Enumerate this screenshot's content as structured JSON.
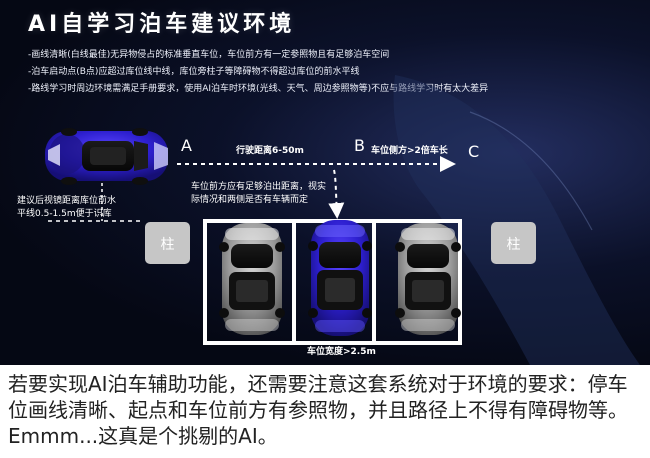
{
  "page": {
    "title": "AI自学习泊车建议环境",
    "bullets": [
      "-画线清晰(白线最佳)无异物侵占的标准垂直车位，车位前方有一定参照物且有足够泊车空间",
      "-泊车启动点(B点)应超过库位线中线，库位旁柱子等障碍物不得超过库位的前水平线",
      "-路线学习时周边环境需满足手册要求，使用AI泊车时环境(光线、天气、周边参照物等)不应与路线学习时有太大差异"
    ],
    "caption": "若要实现AI泊车辅助功能，还需要注意这套系统对于环境的要求：停车位画线清晰、起点和车位前方有参照物，并且路径上不得有障碍物等。Emmm...这真是个挑剔的AI。"
  },
  "diagram": {
    "points": [
      "A",
      "B",
      "C"
    ],
    "labels": {
      "distance": "行驶距离6-50m",
      "side": "车位侧方>2倍车长",
      "front_note_line1": "车位前方应有足够泊出距离，视实",
      "front_note_line2": "际情况和两侧是否有车辆而定",
      "left_note_line1": "建议后视镜距离库位前水",
      "left_note_line2": "平线0.5-1.5m便于识库",
      "width": "车位宽度>2.5m"
    },
    "pillar_label": "柱"
  }
}
